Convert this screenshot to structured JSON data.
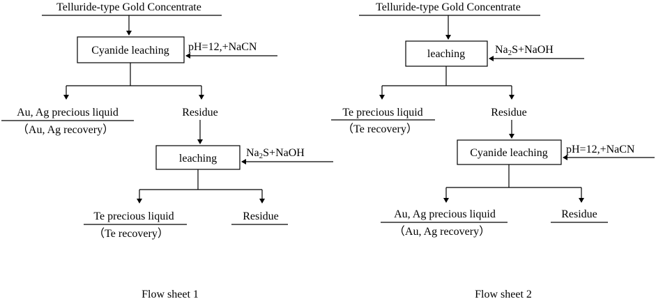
{
  "sheet1": {
    "caption": "Flow sheet 1",
    "feed": "Telluride-type Gold Concentrate",
    "step1_label": "Cyanide leaching",
    "step1_reagent": "pH=12,+NaCN",
    "product1_line1": "Au, Ag precious liquid",
    "product1_line2": "（Au, Ag recovery）",
    "residue1": "Residue",
    "step2_label": "leaching",
    "step2_reagent_a": "Na",
    "step2_reagent_sub": "2",
    "step2_reagent_b": "S+NaOH",
    "product2_line1": "Te precious liquid",
    "product2_line2": "（Te recovery）",
    "residue2": "Residue"
  },
  "sheet2": {
    "caption": "Flow sheet 2",
    "feed": "Telluride-type Gold Concentrate",
    "step1_label": "leaching",
    "step1_reagent_a": "Na",
    "step1_reagent_sub": "2",
    "step1_reagent_b": "S+NaOH",
    "product1_line1": "Te precious liquid",
    "product1_line2": "（Te recovery）",
    "residue1": "Residue",
    "step2_label": "Cyanide leaching",
    "step2_reagent": "pH=12,+NaCN",
    "product2_line1": "Au, Ag precious liquid",
    "product2_line2": "（Au, Ag recovery）",
    "residue2": "Residue"
  }
}
